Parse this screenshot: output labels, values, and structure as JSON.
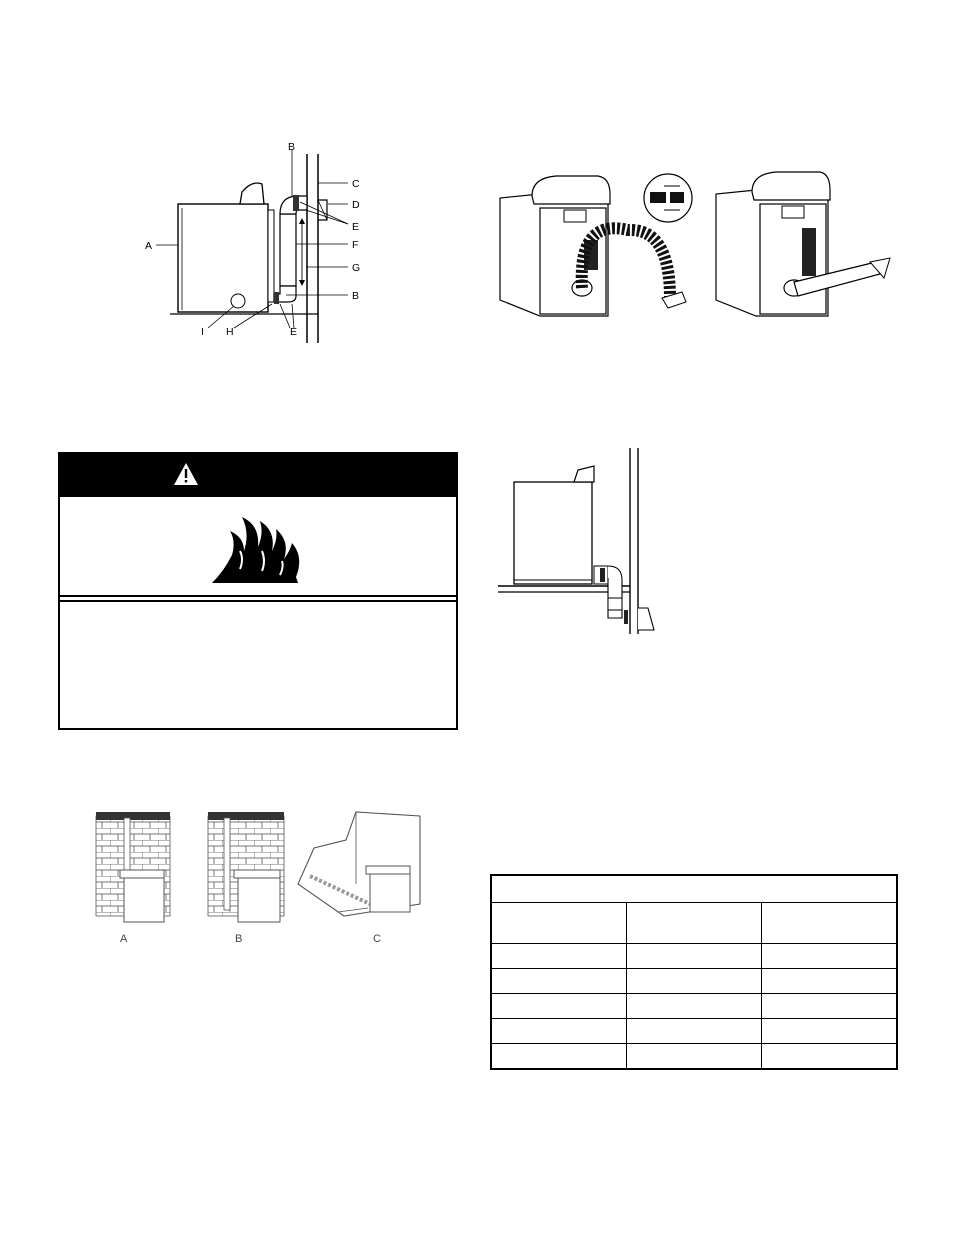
{
  "figure_vent_side": {
    "labels": {
      "a": "A",
      "b_top": "B",
      "c": "C",
      "d": "D",
      "e_top": "E",
      "f": "F",
      "g": "G",
      "b_bottom": "B",
      "i": "I",
      "h": "H",
      "e_bottom": "E"
    }
  },
  "figure_vent_options": {
    "labels": {
      "a": "A",
      "b": "B",
      "c": "C"
    }
  },
  "warning": {
    "header_color": "#000000"
  },
  "table": {
    "columns": 3,
    "body_rows": 5
  }
}
